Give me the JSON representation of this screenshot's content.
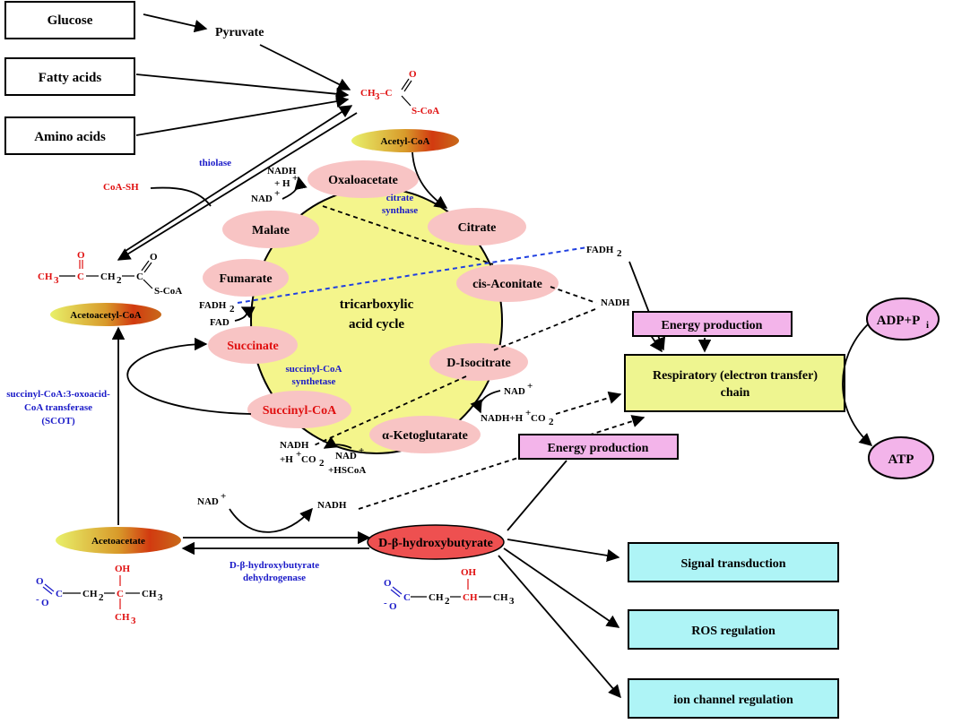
{
  "colors": {
    "cycle_fill": "#f4f58c",
    "intermediate_fill": "#f8c4c4",
    "ketone_fill": "#ee5050",
    "energy_box_fill": "#f3b4ea",
    "chain_box_fill": "#eef590",
    "effect_box_fill": "#aef4f6",
    "atp_fill": "#f3b4ea",
    "enzyme_text": "#1a1ac8",
    "chem_red": "#e01010"
  },
  "sources": {
    "glucose": "Glucose",
    "fatty_acids": "Fatty acids",
    "amino_acids": "Amino acids",
    "pyruvate": "Pyruvate"
  },
  "acetyl_coa": {
    "label": "Acetyl-CoA",
    "ch3": "CH",
    "sub3": "3",
    "dash_c": "–C",
    "o": "O",
    "scoa": "S-CoA"
  },
  "enzymes": {
    "thiolase": "thiolase",
    "citrate_synthase_1": "citrate",
    "citrate_synthase_2": "synthase",
    "succinyl_coa_synthetase_1": "succinyl-CoA",
    "succinyl_coa_synthetase_2": "synthetase",
    "scot_1": "succinyl-CoA:3-oxoacid-",
    "scot_2": "CoA transferase",
    "scot_3": "(SCOT)",
    "bdh_1": "D-β-hydroxybutyrate",
    "bdh_2": "dehydrogenase"
  },
  "cycle": {
    "title_1": "tricarboxylic",
    "title_2": "acid cycle",
    "oxaloacetate": "Oxaloacetate",
    "citrate": "Citrate",
    "cis_aconitate": "cis-Aconitate",
    "d_isocitrate": "D-Isocitrate",
    "a_ketoglutarate": "α-Ketoglutarate",
    "succinyl_coa": "Succinyl-CoA",
    "succinate": "Succinate",
    "fumarate": "Fumarate",
    "malate": "Malate"
  },
  "cofactors": {
    "nadh": "NADH",
    "plus_h": "+ H",
    "nad": "NAD",
    "sup_plus": "+",
    "fadh": "FADH",
    "sub2": "2",
    "fad": "FAD",
    "coa_sh": "CoA-SH",
    "nadh_h_co2": "NADH+H",
    "co2": "CO",
    "h_co2": "+H",
    "hscoa": "+HSCoA"
  },
  "acetoacetyl": {
    "label": "Acetoacetyl-CoA",
    "ch3": "CH",
    "c": "C",
    "ch2": "CH",
    "o": "O",
    "scoa": "S-CoA"
  },
  "energy": {
    "energy_production_1": "Energy production",
    "energy_production_2": "Energy production",
    "chain_1": "Respiratory (electron transfer)",
    "chain_2": "chain",
    "adp": "ADP+P",
    "adp_sub": "i",
    "atp": "ATP"
  },
  "ketones": {
    "acetoacetate": "Acetoacetate",
    "bhb": "D-β-hydroxybutyrate",
    "oh": "OH",
    "o": "O",
    "c": "C",
    "ch2": "CH",
    "ch3": "CH",
    "ch": "CH",
    "neg_o": "O"
  },
  "effects": {
    "signal": "Signal transduction",
    "ros": "ROS regulation",
    "ion": "ion channel regulation"
  }
}
